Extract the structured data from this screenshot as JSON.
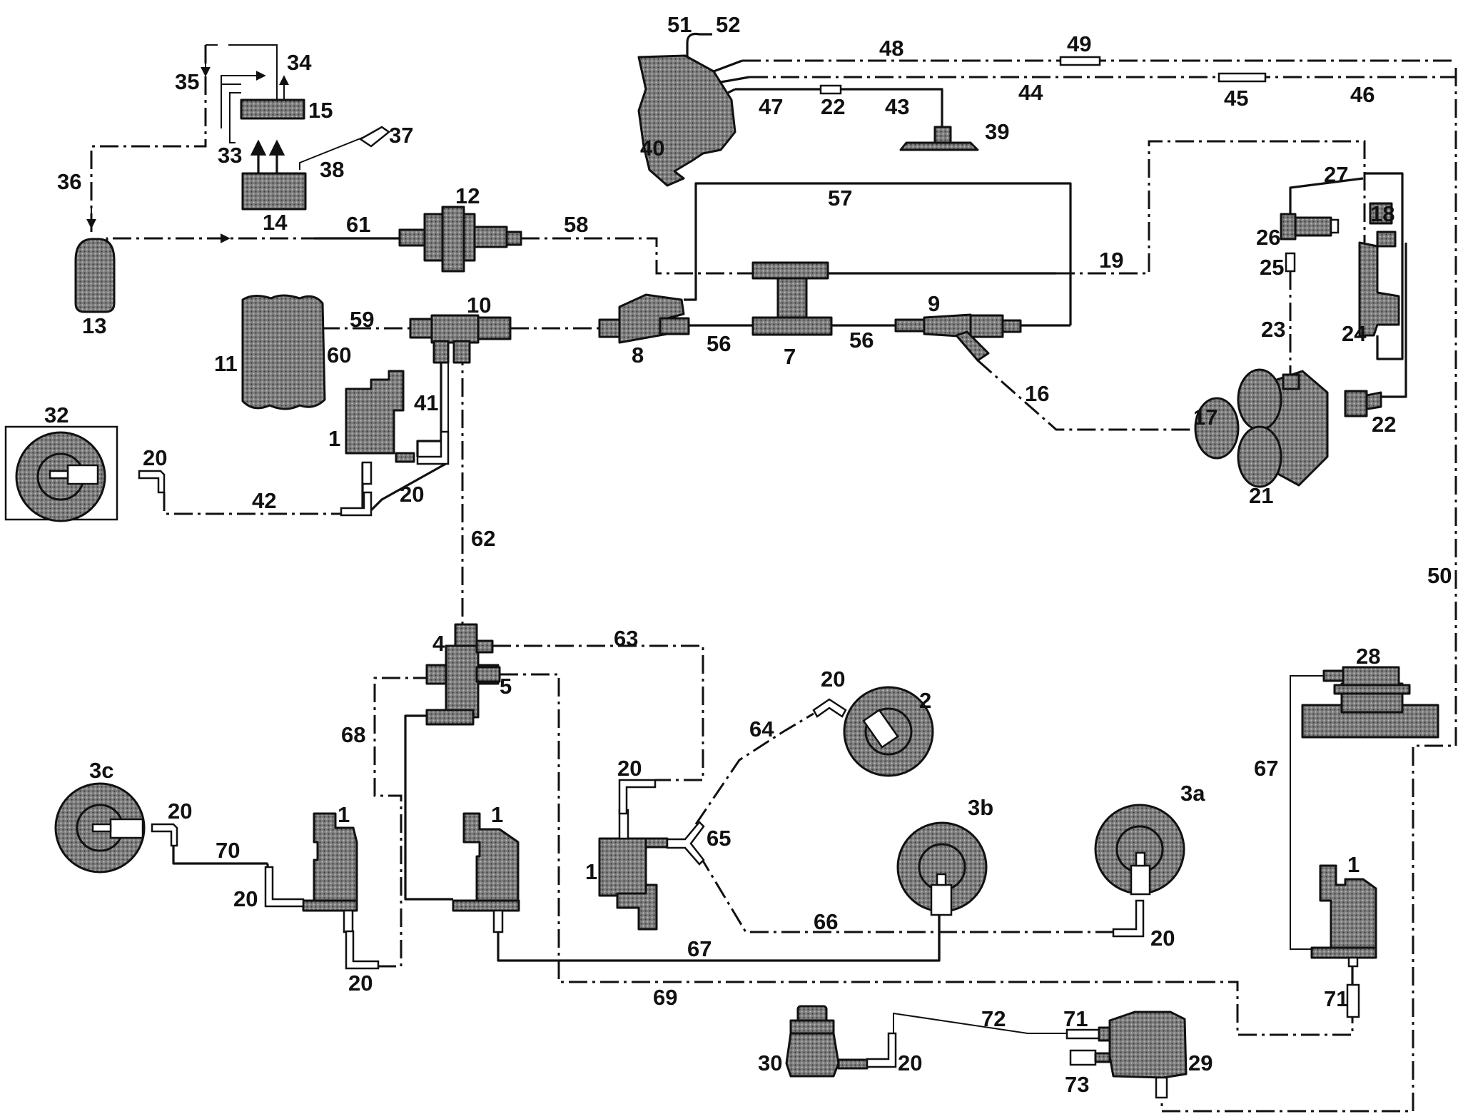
{
  "labels": {
    "l1": "1",
    "l2": "2",
    "l3a": "3a",
    "l3b": "3b",
    "l3c": "3c",
    "l4": "4",
    "l5": "5",
    "l7": "7",
    "l8": "8",
    "l9": "9",
    "l10": "10",
    "l11": "11",
    "l12": "12",
    "l13": "13",
    "l14": "14",
    "l15": "15",
    "l16": "16",
    "l17": "17",
    "l18": "18",
    "l19": "19",
    "l20": "20",
    "l21": "21",
    "l22": "22",
    "l23": "23",
    "l24": "24",
    "l25": "25",
    "l26": "26",
    "l27": "27",
    "l28": "28",
    "l29": "29",
    "l30": "30",
    "l32": "32",
    "l33": "33",
    "l34": "34",
    "l35": "35",
    "l36": "36",
    "l37": "37",
    "l38": "38",
    "l39": "39",
    "l40": "40",
    "l41": "41",
    "l42": "42",
    "l43": "43",
    "l44": "44",
    "l45": "45",
    "l46": "46",
    "l47": "47",
    "l48": "48",
    "l49": "49",
    "l50": "50",
    "l51": "51",
    "l52": "52",
    "l56": "56",
    "l57": "57",
    "l58": "58",
    "l59": "59",
    "l60": "60",
    "l61": "61",
    "l62": "62",
    "l63": "63",
    "l64": "64",
    "l65": "65",
    "l66": "66",
    "l67": "67",
    "l68": "68",
    "l69": "69",
    "l70": "70",
    "l71": "71",
    "l72": "72",
    "l73": "73"
  },
  "colors": {
    "line": "#111111",
    "fill": "#8a8a8a",
    "background": "#ffffff"
  }
}
